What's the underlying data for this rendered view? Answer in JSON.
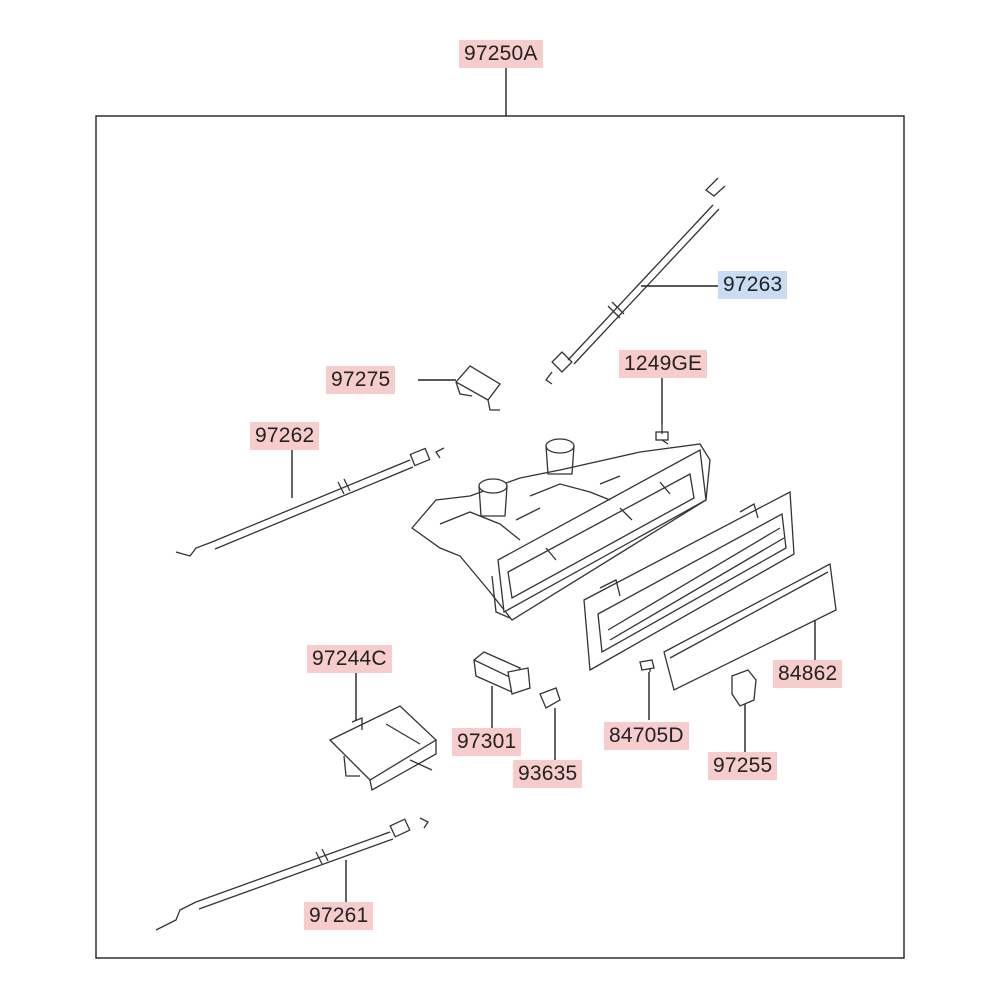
{
  "diagram": {
    "colors": {
      "label_bg": "#f6cccc",
      "label_bg_selected": "#c9dcf3",
      "line": "#222222"
    },
    "labels": {
      "assembly": "97250A",
      "cable_top": "97263",
      "clip": "97275",
      "screw_top": "1249GE",
      "cable_left": "97262",
      "module": "97244C",
      "switch": "97301",
      "bulb": "93635",
      "screw_bottom": "84705D",
      "lens": "84862",
      "knob": "97255",
      "cable_bottom": "97261"
    }
  }
}
